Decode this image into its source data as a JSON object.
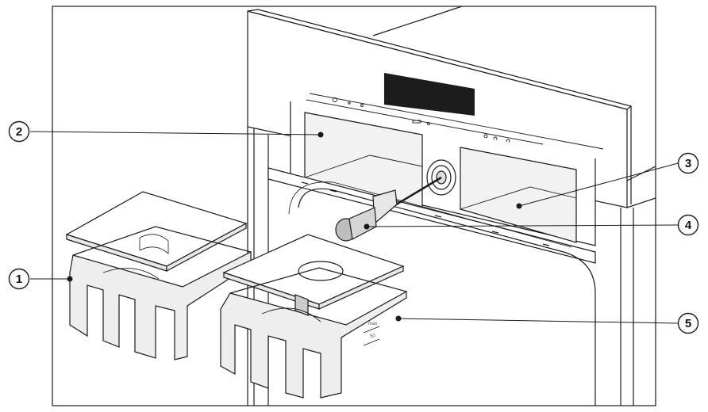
{
  "callouts": [
    {
      "id": "1",
      "label": "1"
    },
    {
      "id": "2",
      "label": "2"
    },
    {
      "id": "3",
      "label": "3"
    },
    {
      "id": "4",
      "label": "4"
    },
    {
      "id": "5",
      "label": "5"
    }
  ],
  "tank_marks": {
    "max": "max",
    "fifty": "50"
  },
  "colors": {
    "line": "#1a1a1a",
    "display": "#1c1c1c",
    "container_fill": "#f2f2f2"
  }
}
